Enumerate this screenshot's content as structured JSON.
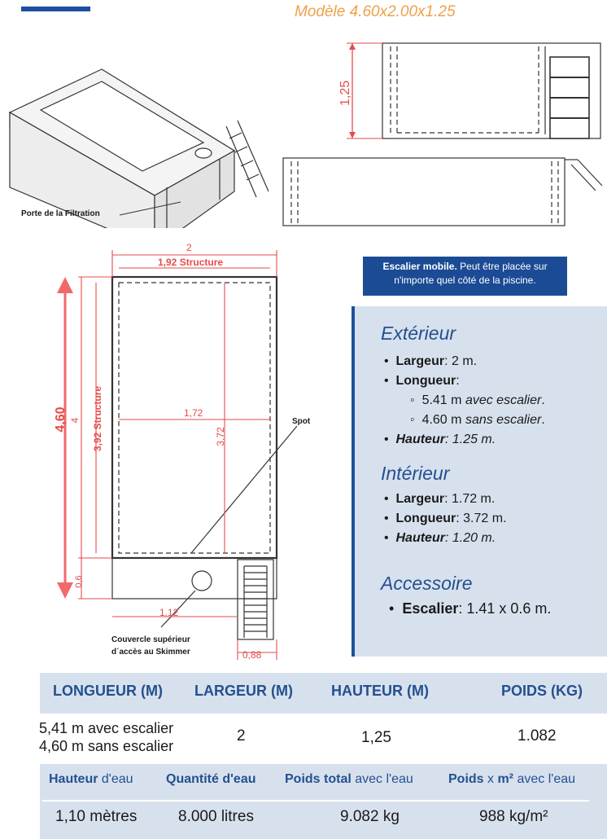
{
  "header": {
    "model": "Modèle 4.60x2.00x1.25"
  },
  "drawings": {
    "filtration_label": "Porte de la Filtration",
    "front_height": "1,25",
    "plan": {
      "width_total": "2",
      "width_structure": "1,92 Structure",
      "length_total": "4,60",
      "length_4": "4",
      "length_structure": "3,92 Structure",
      "inner_width": "1,72",
      "inner_length": "3,72",
      "spot": "Spot",
      "filter_depth": "0,6",
      "filter_width": "1,12",
      "stair_width": "0,88",
      "skimmer_line1": "Couvercle supérieur",
      "skimmer_line2": "d´accès au Skimmer"
    }
  },
  "note": {
    "bold": "Escalier mobile.",
    "line1_rest": " Peut être placée sur",
    "line2": "n'importe quel côté de la piscine."
  },
  "specs": {
    "exterieur": {
      "title": "Extérieur",
      "largeur_label": "Largeur",
      "largeur_value": ": 2 m.",
      "longueur_label": "Longueur",
      "longueur_value": ":",
      "sub1_value": "5.41 m",
      "sub1_note": "avec escalier",
      "sub2_value": "4.60 m",
      "sub2_note": "sans escalier",
      "hauteur_label": "Hauteur",
      "hauteur_value": ": 1.25 m."
    },
    "interieur": {
      "title": "Intérieur",
      "largeur_label": "Largeur",
      "largeur_value": ": 1.72 m.",
      "longueur_label": "Longueur",
      "longueur_value": ": 3.72 m.",
      "hauteur_label": "Hauteur",
      "hauteur_value": ": 1.20 m."
    },
    "accessoire": {
      "title": "Accessoire",
      "escalier_label": "Escalier",
      "escalier_value": ": 1.41 x 0.6 m."
    }
  },
  "table1": {
    "headers": [
      "LONGUEUR  (M)",
      "LARGEUR (M)",
      "HAUTEUR (M)",
      "POIDS (KG)"
    ],
    "longueur_line1": "5,41 m avec escalier",
    "longueur_line2": "4,60 m sans escalier",
    "largeur": "2",
    "hauteur": "1,25",
    "poids": "1.082"
  },
  "table2": {
    "h1_bold": "Hauteur",
    "h1_rest": " d'eau",
    "h2_bold": "Quantité d'eau",
    "h3_bold": "Poids total",
    "h3_rest": " avec l'eau",
    "h4_bold": "Poids",
    "h4_mid": " x ",
    "h4_bold2": "m²",
    "h4_rest": " avec l'eau",
    "values": [
      "1,10 mètres",
      "8.000 litres",
      "9.082 kg",
      "988 kg/m²"
    ]
  }
}
